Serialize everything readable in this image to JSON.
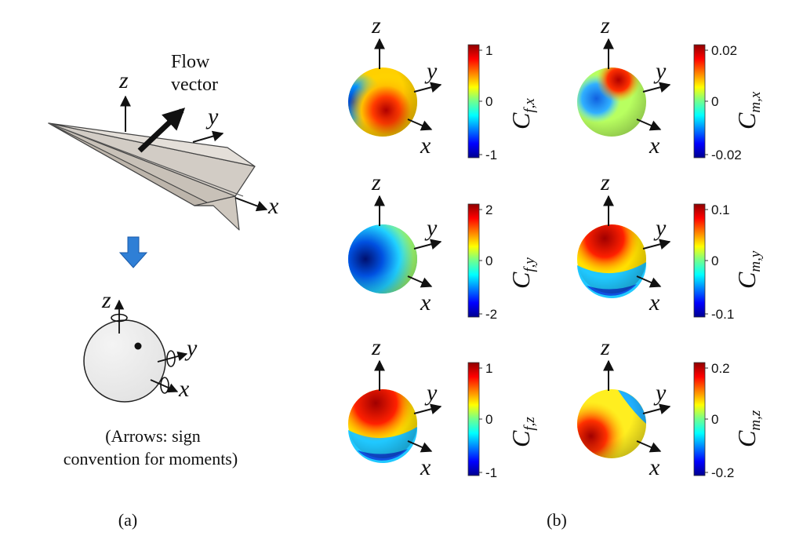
{
  "panel_a": {
    "flow_label": [
      "Flow",
      "vector"
    ],
    "axes": {
      "x": "x",
      "y": "y",
      "z": "z"
    },
    "note": [
      "(Arrows: sign",
      "convention for moments)"
    ],
    "caption": "(a)"
  },
  "panel_b": {
    "caption": "(b)",
    "axes": {
      "x": "x",
      "y": "y",
      "z": "z"
    },
    "plots": [
      {
        "symbol": "C",
        "subscript": "f,x",
        "ticks": [
          "1",
          "0",
          "-1"
        ]
      },
      {
        "symbol": "C",
        "subscript": "m,x",
        "ticks": [
          "0.02",
          "0",
          "-0.02"
        ]
      },
      {
        "symbol": "C",
        "subscript": "f,y",
        "ticks": [
          "2",
          "0",
          "-2"
        ]
      },
      {
        "symbol": "C",
        "subscript": "m,y",
        "ticks": [
          "0.1",
          "0",
          "-0.1"
        ]
      },
      {
        "symbol": "C",
        "subscript": "f,z",
        "ticks": [
          "1",
          "0",
          "-1"
        ]
      },
      {
        "symbol": "C",
        "subscript": "m,z",
        "ticks": [
          "0.2",
          "0",
          "-0.2"
        ]
      }
    ]
  },
  "colors": {
    "jet": [
      "#00008f",
      "#0050ff",
      "#00dfff",
      "#70ff8f",
      "#ffff00",
      "#ff5000",
      "#8f0000"
    ]
  }
}
